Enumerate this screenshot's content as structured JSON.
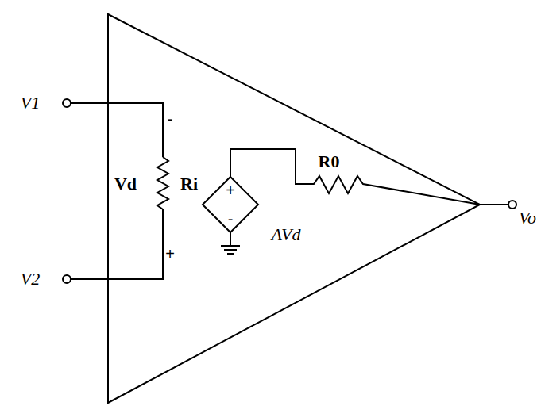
{
  "diagram": {
    "labels": [
      "V1",
      "-",
      "Vd",
      "Ri",
      "+",
      "V2",
      "+",
      "-",
      "AVd",
      "R0",
      "Vo"
    ]
  }
}
